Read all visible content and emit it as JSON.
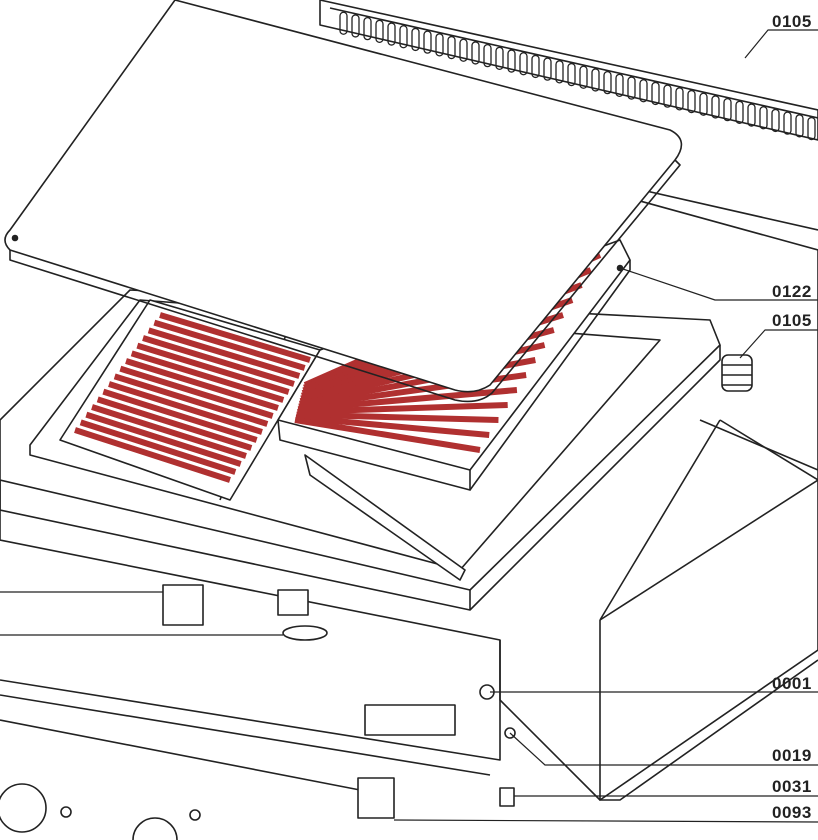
{
  "colors": {
    "heating_element": "#b03030",
    "line": "#222222",
    "background": "#ffffff"
  },
  "callouts": [
    {
      "label": "0105"
    },
    {
      "label": "0122"
    },
    {
      "label": "0105"
    },
    {
      "label": "0001"
    },
    {
      "label": "0019"
    },
    {
      "label": "0031"
    },
    {
      "label": "0093"
    }
  ]
}
